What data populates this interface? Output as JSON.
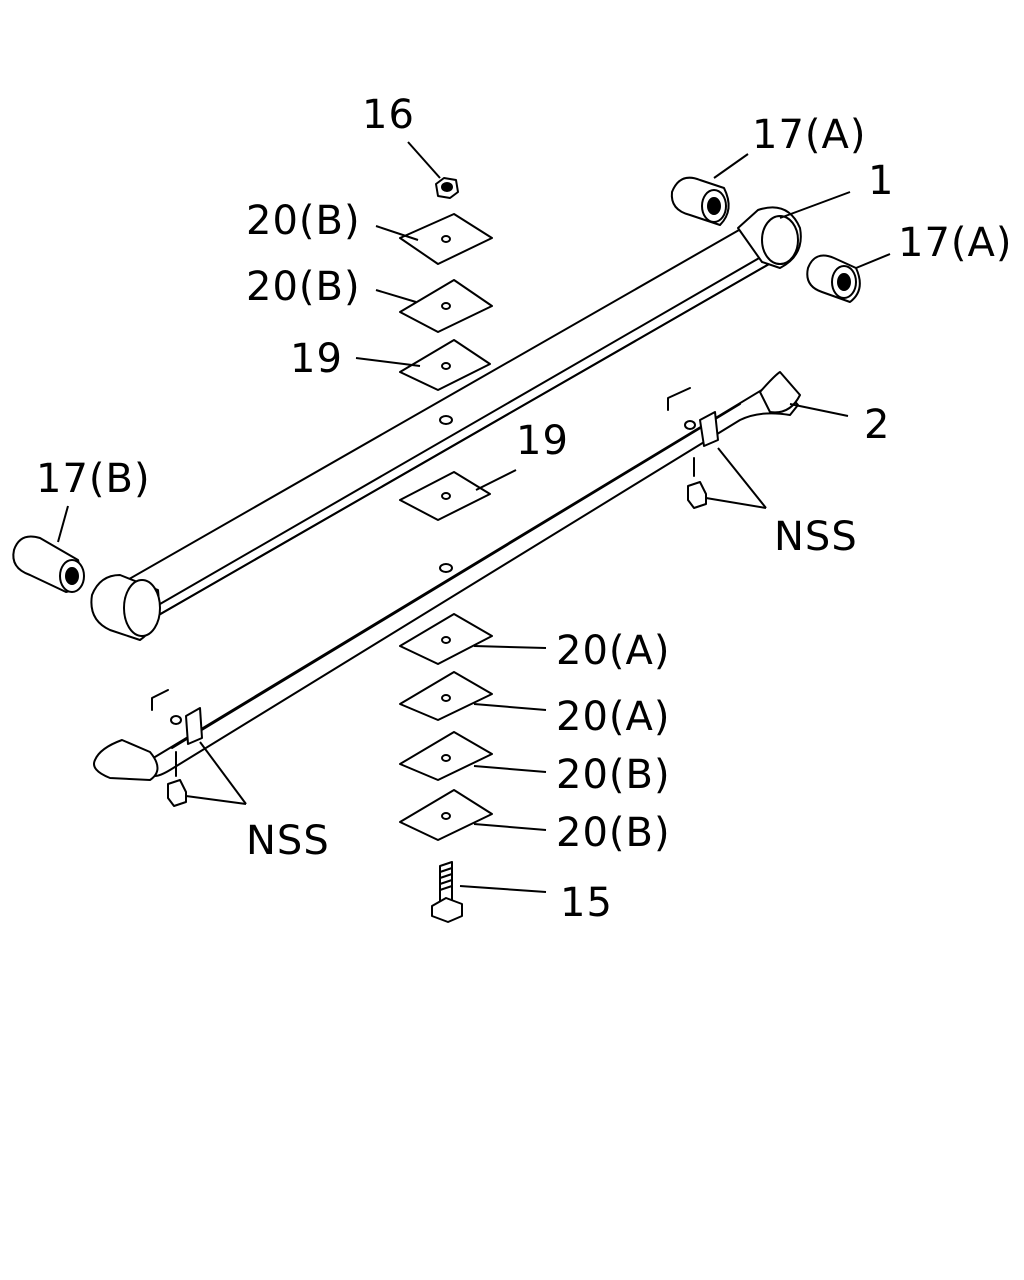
{
  "callouts": {
    "c16": "16",
    "c17a_top": "17(A)",
    "c1": "1",
    "c17a_right": "17(A)",
    "c20b_1": "20(B)",
    "c20b_2": "20(B)",
    "c19_top": "19",
    "c19_mid": "19",
    "c17b": "17(B)",
    "c2": "2",
    "c_nss_right": "NSS",
    "c_nss_left": "NSS",
    "c20a_1": "20(A)",
    "c20a_2": "20(A)",
    "c20b_3": "20(B)",
    "c20b_4": "20(B)",
    "c15": "15"
  }
}
